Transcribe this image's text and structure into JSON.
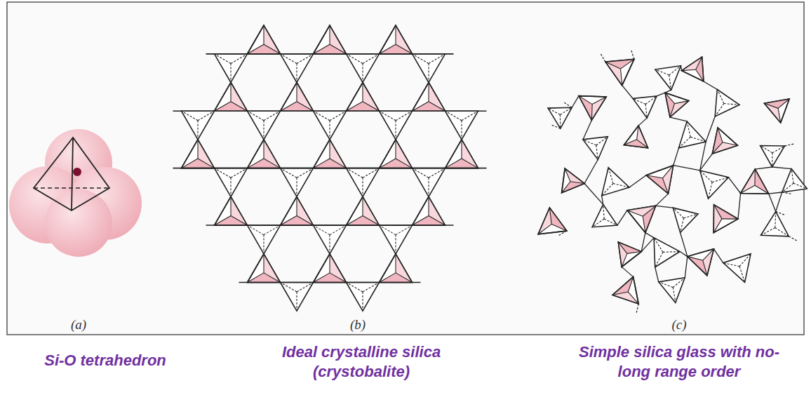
{
  "diagram": {
    "labels": [
      "(a)",
      "(b)",
      "(c)",
      "Si-O tetrahedron",
      "Ideal crystalline silica (crystobalite)",
      "Simple silica glass with no-long range order"
    ]
  }
}
